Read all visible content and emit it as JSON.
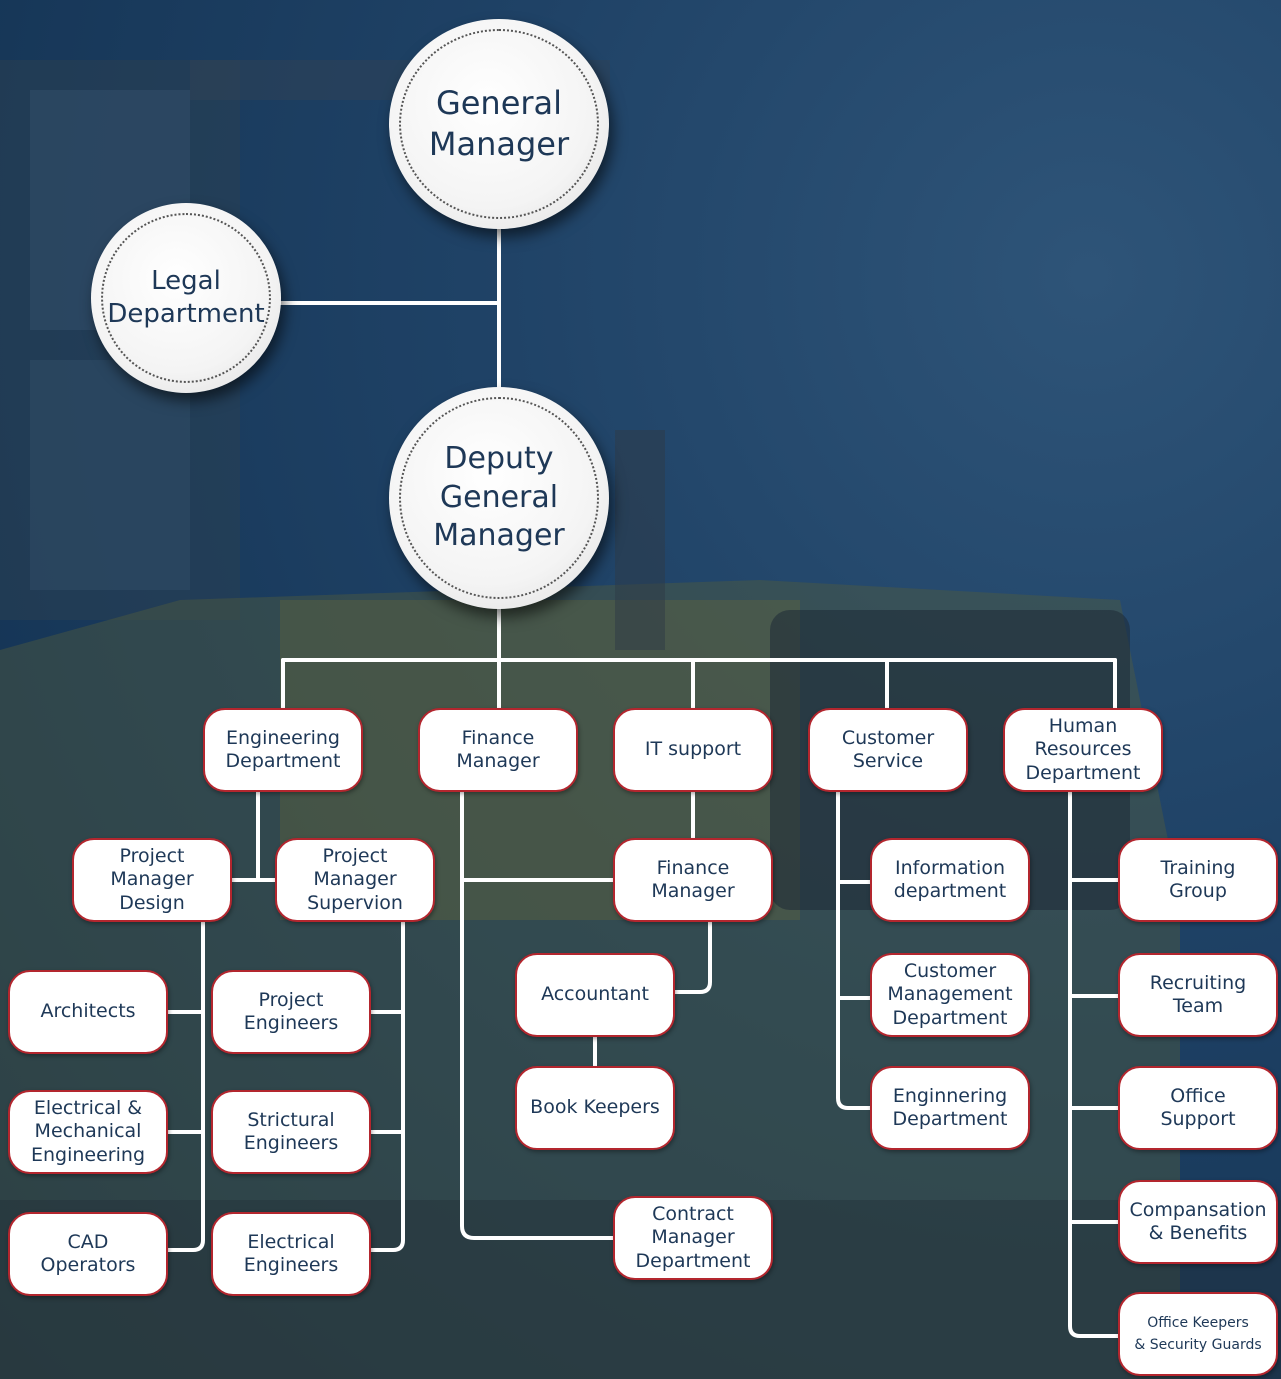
{
  "colors": {
    "background": "#1c3d60",
    "connector": "#ffffff",
    "box_border": "#b3262e",
    "text": "#1e3857"
  },
  "nodes": {
    "general_manager": "General\nManager",
    "legal_department": "Legal\nDepartment",
    "deputy_general_manager": "Deputy\nGeneral\nManager",
    "engineering_department": "Engineering\nDepartment",
    "finance_manager_top": "Finance\nManager",
    "it_support": "IT support",
    "customer_service": "Customer\nService",
    "human_resources": "Human\nResources\nDepartment",
    "pm_design": "Project\nManager\nDesign",
    "pm_supervision": "Project\nManager\nSupervion",
    "architects": "Architects",
    "electrical_mechanical": "Electrical &\nMechanical\nEngineering",
    "cad_operators": "CAD\nOperators",
    "project_engineers": "Project\nEngineers",
    "structural_engineers": "Strictural\nEngineers",
    "electrical_engineers": "Electrical\nEngineers",
    "finance_manager_sub": "Finance\nManager",
    "accountant": "Accountant",
    "book_keepers": "Book Keepers",
    "contract_manager": "Contract\nManager\nDepartment",
    "information_department": "Information\ndepartment",
    "customer_management": "Customer\nManagement\nDepartment",
    "enginnering_department": "Enginnering\nDepartment",
    "training_group": "Training\nGroup",
    "recruiting_team": "Recruiting\nTeam",
    "office_support": "Office\nSupport",
    "compensation_benefits": "Compansation\n& Benefits",
    "office_keepers": "Office Keepers\n& Security Guards"
  }
}
